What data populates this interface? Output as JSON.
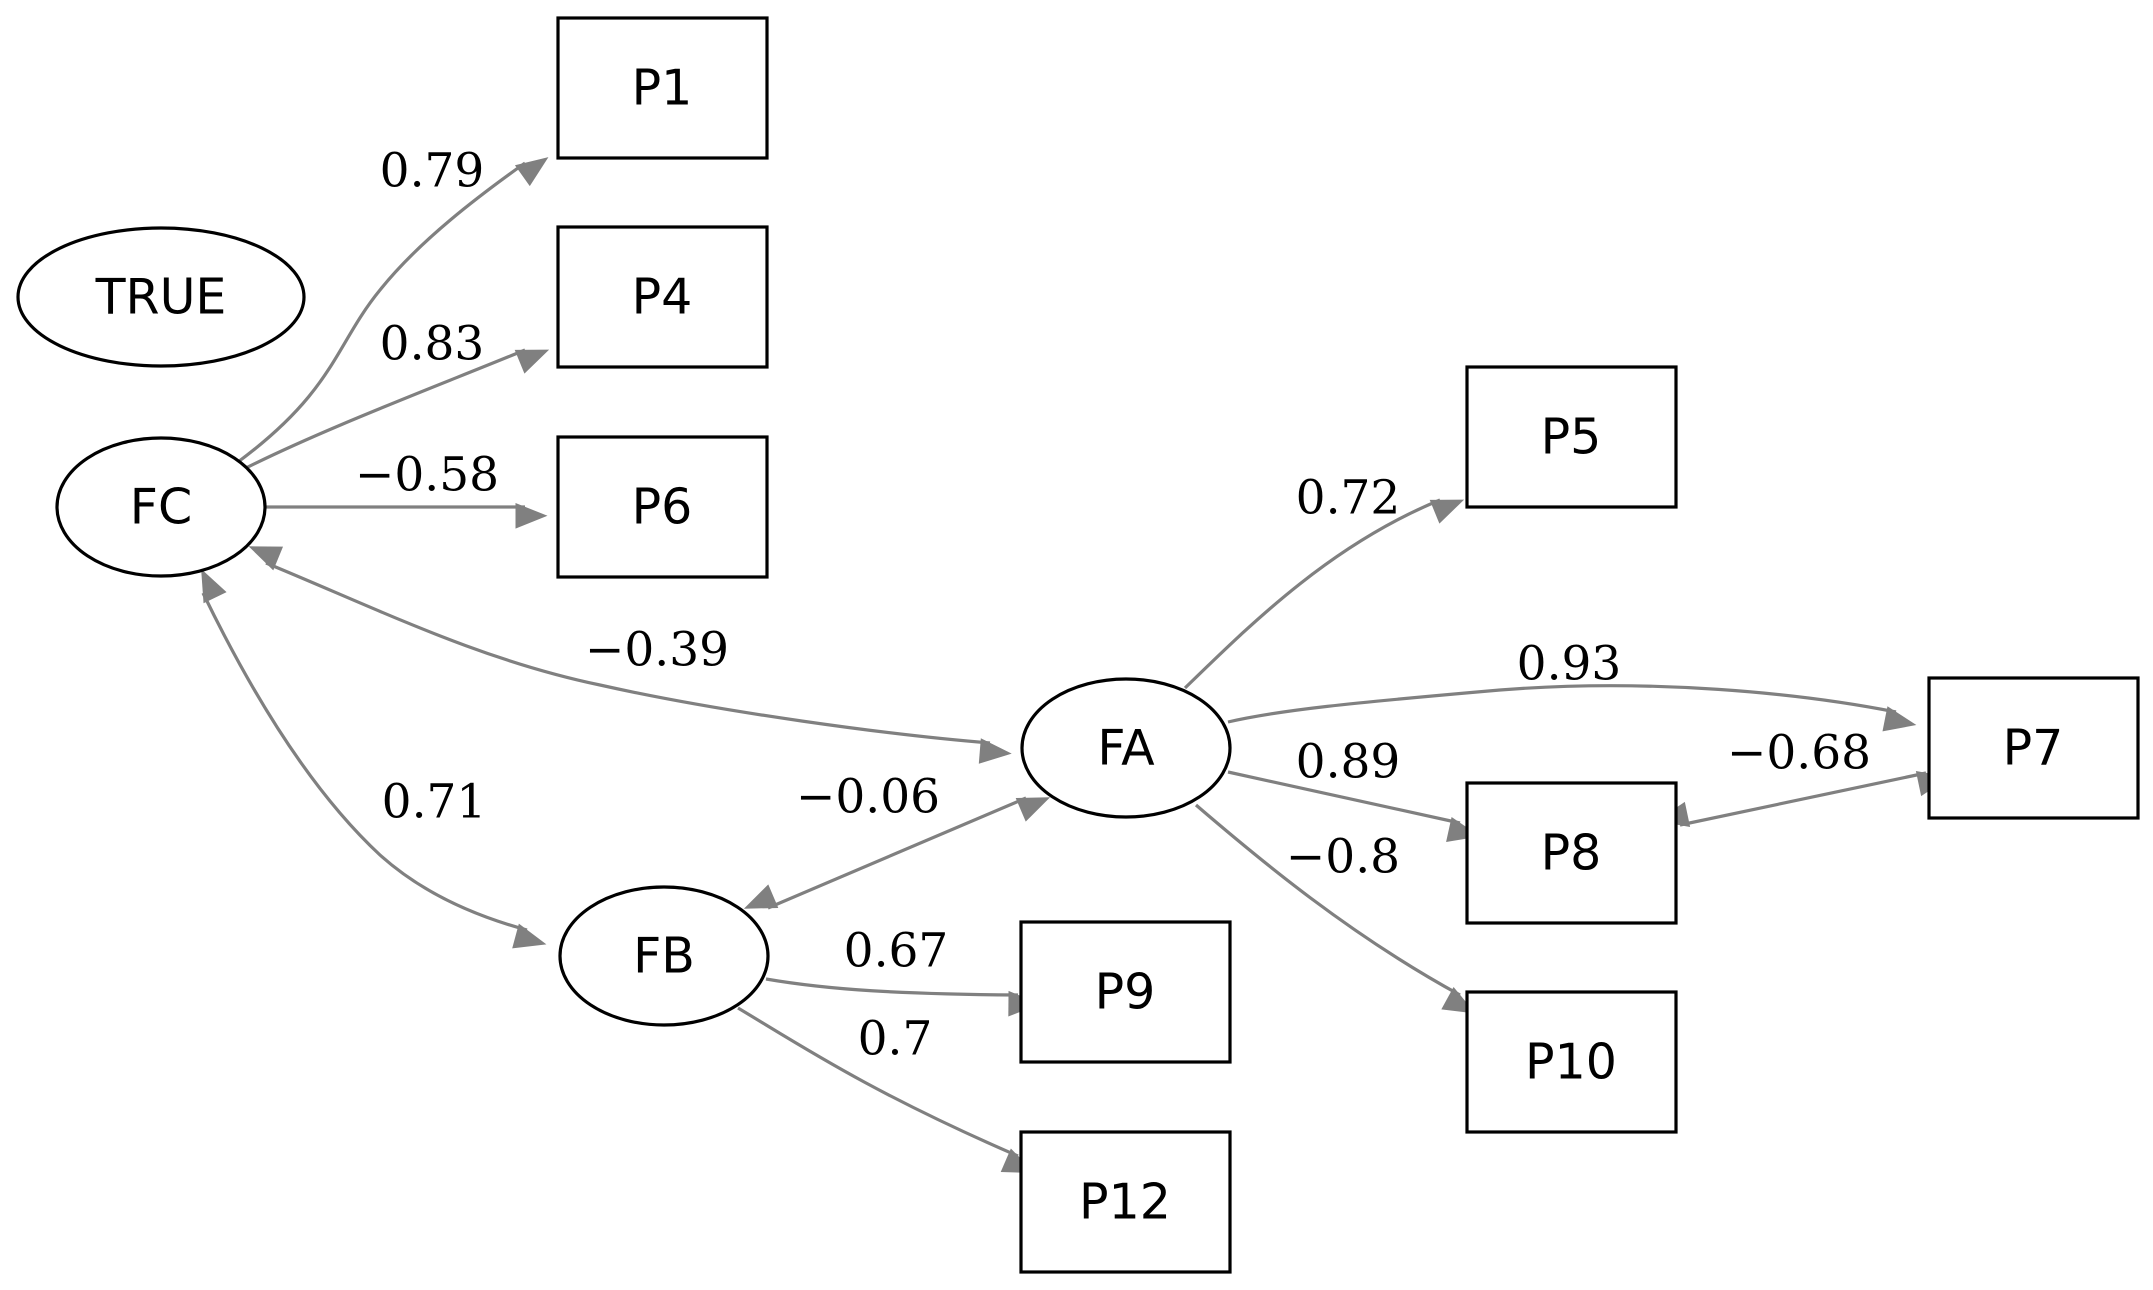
{
  "colors": {
    "edge": "#808080",
    "node_stroke": "#000000",
    "text": "#000000",
    "background": "#ffffff"
  },
  "nodes": [
    {
      "id": "TRUE",
      "label": "TRUE",
      "shape": "ellipse"
    },
    {
      "id": "FC",
      "label": "FC",
      "shape": "ellipse"
    },
    {
      "id": "FA",
      "label": "FA",
      "shape": "ellipse"
    },
    {
      "id": "FB",
      "label": "FB",
      "shape": "ellipse"
    },
    {
      "id": "P1",
      "label": "P1",
      "shape": "box"
    },
    {
      "id": "P4",
      "label": "P4",
      "shape": "box"
    },
    {
      "id": "P6",
      "label": "P6",
      "shape": "box"
    },
    {
      "id": "P5",
      "label": "P5",
      "shape": "box"
    },
    {
      "id": "P7",
      "label": "P7",
      "shape": "box"
    },
    {
      "id": "P8",
      "label": "P8",
      "shape": "box"
    },
    {
      "id": "P9",
      "label": "P9",
      "shape": "box"
    },
    {
      "id": "P10",
      "label": "P10",
      "shape": "box"
    },
    {
      "id": "P12",
      "label": "P12",
      "shape": "box"
    }
  ],
  "edges": [
    {
      "from": "FC",
      "to": "P1",
      "label": "0.79",
      "direction": "forward"
    },
    {
      "from": "FC",
      "to": "P4",
      "label": "0.83",
      "direction": "forward"
    },
    {
      "from": "FC",
      "to": "P6",
      "label": "−0.58",
      "direction": "forward"
    },
    {
      "from": "FC",
      "to": "FA",
      "label": "−0.39",
      "direction": "both"
    },
    {
      "from": "FC",
      "to": "FB",
      "label": "0.71",
      "direction": "both"
    },
    {
      "from": "FB",
      "to": "FA",
      "label": "−0.06",
      "direction": "both"
    },
    {
      "from": "FA",
      "to": "P5",
      "label": "0.72",
      "direction": "forward"
    },
    {
      "from": "FA",
      "to": "P7",
      "label": "0.93",
      "direction": "forward"
    },
    {
      "from": "FA",
      "to": "P8",
      "label": "0.89",
      "direction": "forward"
    },
    {
      "from": "FA",
      "to": "P10",
      "label": "−0.8",
      "direction": "forward"
    },
    {
      "from": "P8",
      "to": "P7",
      "label": "−0.68",
      "direction": "both"
    },
    {
      "from": "FB",
      "to": "P9",
      "label": "0.67",
      "direction": "forward"
    },
    {
      "from": "FB",
      "to": "P12",
      "label": "0.7",
      "direction": "forward"
    }
  ]
}
